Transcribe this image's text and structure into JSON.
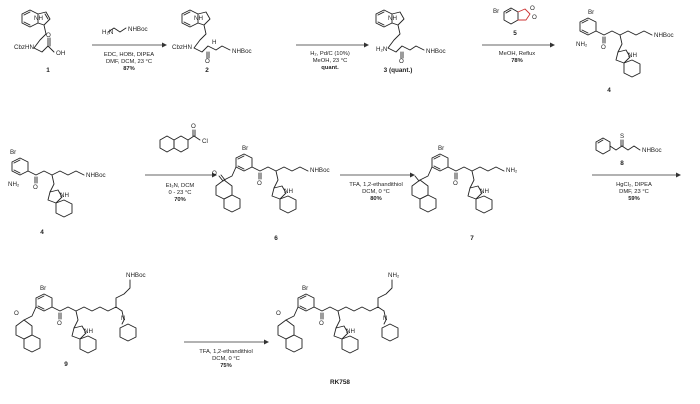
{
  "steps": [
    {
      "reagent": "NHBoc",
      "conditions": [
        "EDC, HOBt, DIPEA",
        "DMF, DCM, 23 °C"
      ],
      "yield": "87%"
    },
    {
      "conditions": [
        "H₂, Pd/C (10%)",
        "MeOH, 23 °C"
      ],
      "yield": "quant."
    },
    {
      "reagent_number": "5",
      "conditions": [
        "MeOH, Reflux"
      ],
      "yield": "78%"
    },
    {
      "conditions": [
        "Et₃N, DCM",
        "0 - 23 °C"
      ],
      "yield": "70%"
    },
    {
      "conditions": [
        "TFA, 1,2-ethandithiol",
        "DCM, 0 °C"
      ],
      "yield": "80%"
    },
    {
      "reagent_number": "8",
      "reagent": "NHBoc",
      "conditions": [
        "HgCl₂, DIPEA",
        "DMF, 23 °C"
      ],
      "yield": "59%"
    },
    {
      "conditions": [
        "TFA, 1,2-ethandithiol",
        "DCM, 0 °C"
      ],
      "yield": "75%"
    }
  ],
  "compounds": {
    "c1": "1",
    "c2": "2",
    "c3": "3 (quant.)",
    "c4": "4",
    "c4b": "4",
    "c6": "6",
    "c7": "7",
    "c9": "9",
    "final": "RK758"
  },
  "atoms": {
    "cbzhn": "CbzHN",
    "oh": "OH",
    "o": "O",
    "h2n": "H₂N",
    "nhboc": "NHBoc",
    "nh2": "NH₂",
    "nh": "NH",
    "n": "N",
    "h": "H",
    "hn": "HN",
    "br": "Br",
    "cl": "Cl",
    "s": "S"
  }
}
